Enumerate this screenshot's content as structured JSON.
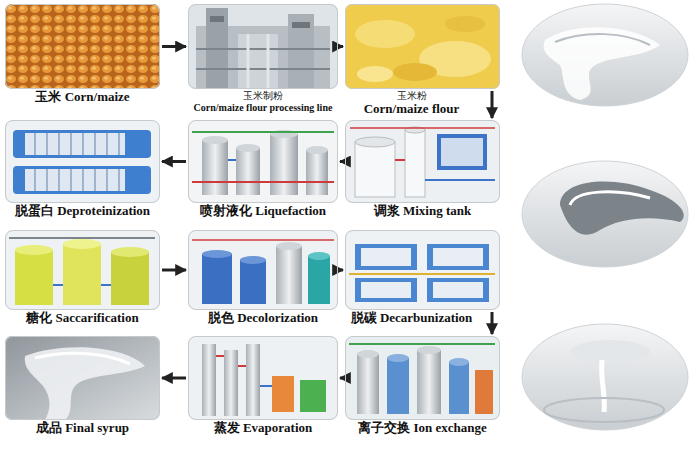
{
  "diagram": {
    "nodes": [
      {
        "text": [
          "玉米 Corn/maize"
        ]
      },
      {
        "text": [
          "玉米制粉",
          "Corn/maize flour processing line"
        ]
      },
      {
        "text": [
          "玉米粉",
          "Corn/maize flour"
        ]
      },
      {
        "text": [
          "脱蛋白 Deproteinization"
        ]
      },
      {
        "text": [
          "喷射液化 Liquefaction"
        ]
      },
      {
        "text": [
          "调浆 Mixing tank"
        ]
      },
      {
        "text": [
          "糖化 Saccarification"
        ]
      },
      {
        "text": [
          "脱色 Decolorization"
        ]
      },
      {
        "text": [
          "脱碳 Decarbunization"
        ]
      },
      {
        "text": [
          "成品 Final syrup"
        ]
      },
      {
        "text": [
          "蒸发 Evaporation"
        ]
      },
      {
        "text": [
          "离子交换 Ion exchange"
        ]
      }
    ],
    "edges": [
      {
        "from": 0,
        "to": 1,
        "arrow": "to"
      },
      {
        "from": 1,
        "to": 2,
        "arrow": "to"
      },
      {
        "from": 2,
        "to": 5,
        "arrow": "to"
      },
      {
        "from": 5,
        "to": 4,
        "arrow": "to"
      },
      {
        "from": 4,
        "to": 3,
        "arrow": "to"
      },
      {
        "from": 6,
        "to": 7,
        "arrow": "to"
      },
      {
        "from": 7,
        "to": 8,
        "arrow": "to"
      },
      {
        "from": 8,
        "to": 11,
        "arrow": "to"
      },
      {
        "from": 11,
        "to": 10,
        "arrow": "to"
      },
      {
        "from": 10,
        "to": 9,
        "arrow": "to"
      }
    ]
  }
}
